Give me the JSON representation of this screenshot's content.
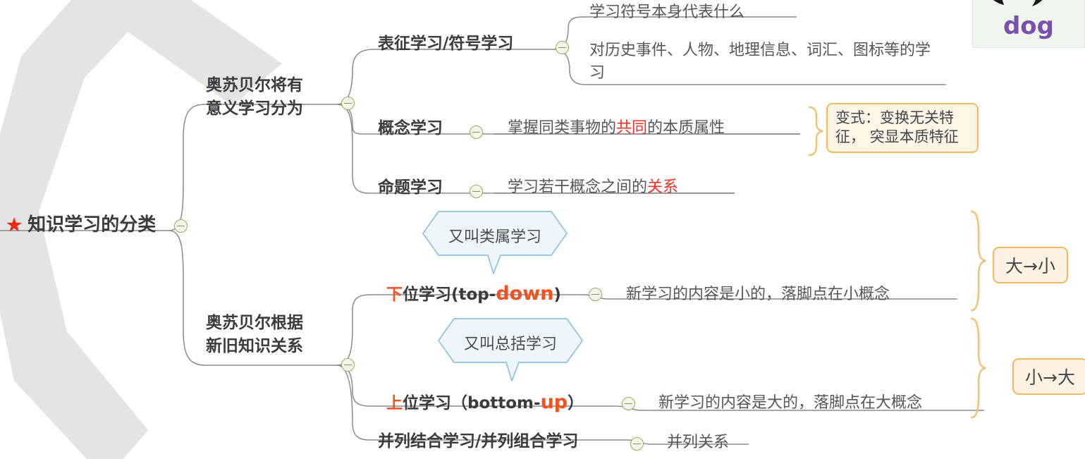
{
  "document": {
    "type": "mind-map",
    "title": "知识学习的分类",
    "language": "zh-CN"
  },
  "root": {
    "label": "知识学习的分类",
    "icon": "red-star-icon",
    "toggle": "collapse-toggle"
  },
  "branches": [
    {
      "id": "branch-1",
      "label_line1": "奥苏贝尔将有",
      "label_line2": "意义学习分为",
      "topics": [
        {
          "id": "topic-representational",
          "label": "表征学习/符号学习",
          "details": [
            "学习符号本身代表什么",
            "对历史事件、人物、地理信息、词汇、图标等的学习"
          ]
        },
        {
          "id": "topic-concept",
          "label": "概念学习",
          "detail_pre": "掌握同类事物的",
          "detail_hl": "共同",
          "detail_post": "的本质属性",
          "note_line1": "变式：变换无关特征，",
          "note_line2": "突显本质特征"
        },
        {
          "id": "topic-proposition",
          "label": "命题学习",
          "detail_pre": "学习若干概念之间的",
          "detail_hl": "关系",
          "detail_post": ""
        }
      ]
    },
    {
      "id": "branch-2",
      "label_line1": "奥苏贝尔根据",
      "label_line2": "新旧知识关系",
      "topics": [
        {
          "id": "topic-subordinate",
          "bubble": "又叫类属学习",
          "label_hl": "下",
          "label_rest": "位学习",
          "label_en_open": "(top-",
          "label_en_big": "down",
          "label_en_close": ")",
          "detail": "新学习的内容是小的，落脚点在小概念",
          "side_tag": "大→小"
        },
        {
          "id": "topic-superordinate",
          "bubble": "又叫总括学习",
          "label_hl": "上",
          "label_rest": "位学习",
          "label_en_open": "（bottom-",
          "label_en_big": "up",
          "label_en_close": "）",
          "detail": "新学习的内容是大的，落脚点在大概念",
          "side_tag": "小→大"
        },
        {
          "id": "topic-combinatorial",
          "label": "并列结合学习/并列组合学习",
          "detail": "并列关系"
        }
      ]
    }
  ],
  "image_card": {
    "id": "dog-image-card",
    "word": "dog",
    "alt": "dog-illustration"
  },
  "colors": {
    "highlight_red": "#ee3124",
    "highlight_orange": "#f4511e",
    "star_red": "#ef2b18",
    "callout_border": "#f0b95c",
    "callout_fill": "#fdf4e6",
    "bubble_border": "#8fc4e0",
    "bubble_fill": "#eef6fb",
    "toggle_green": "#8fae55",
    "connector_gray": "#8a8a90",
    "brace_orange": "#f2bf6e",
    "text_dark": "#3a3a3f",
    "text_body": "#55555c",
    "dog_purple": "#7b4fae",
    "watermark_gray": "#e2e2e2"
  }
}
